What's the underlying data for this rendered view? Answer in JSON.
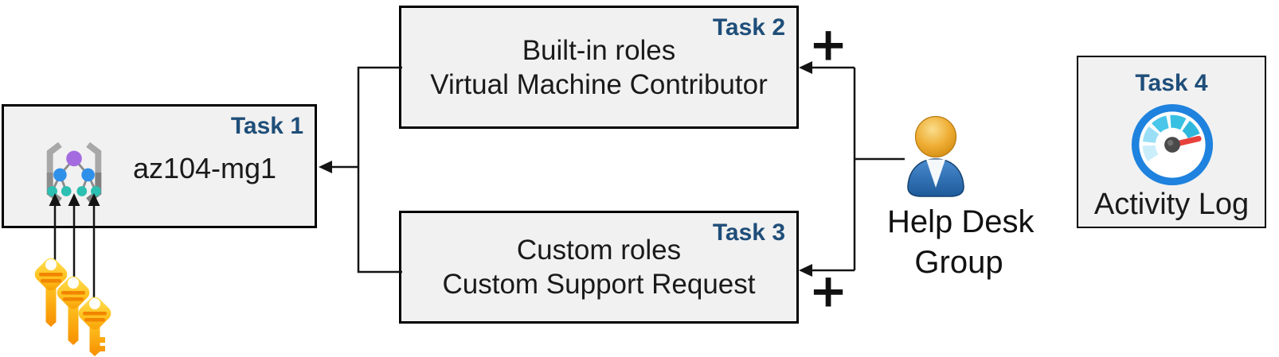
{
  "boxes": {
    "task1": {
      "badge": "Task 1",
      "name": "az104-mg1",
      "icon": "management-group-icon"
    },
    "task2": {
      "badge": "Task 2",
      "line1": "Built-in roles",
      "line2": "Virtual Machine Contributor"
    },
    "task3": {
      "badge": "Task 3",
      "line1": "Custom roles",
      "line2": "Custom Support Request"
    },
    "task4": {
      "badge": "Task 4",
      "caption": "Activity Log",
      "icon": "activity-log-gauge-icon"
    }
  },
  "actors": {
    "help_desk_group": {
      "label_line1": "Help Desk",
      "label_line2": "Group",
      "icon": "user-icon"
    }
  },
  "symbols": {
    "plus_top": "+",
    "plus_bottom": "+",
    "keys_icon": "access-keys-icon"
  },
  "colors": {
    "badge_text": "#1f4e79",
    "box_fill": "#f1f1f1",
    "box_border": "#000000",
    "connector": "#141414",
    "key_gold_light": "#ffe45c",
    "key_gold_dark": "#f79b00",
    "key_stripe": "#f18500",
    "person_blue": "#2d6fb2",
    "person_head_gold": "#eda62a",
    "gauge_ring_blue": "#1e82de",
    "gauge_needle_red": "#e8413c",
    "mg_node_purple": "#a46be0",
    "mg_node_blue": "#2f90e9",
    "mg_node_teal": "#2cbfb2",
    "mg_bracket_gray": "#a0a0a0"
  }
}
